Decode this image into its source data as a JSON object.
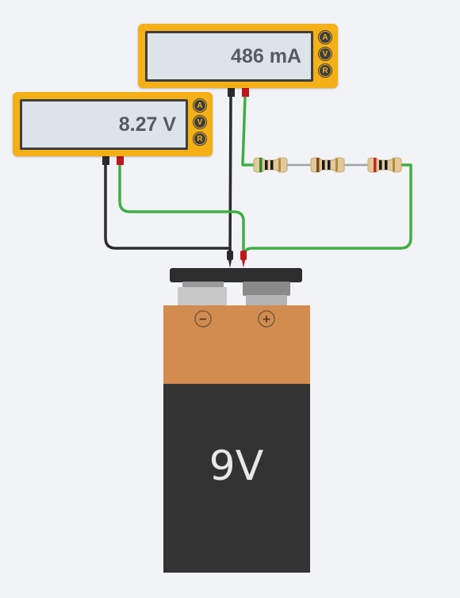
{
  "ammeter": {
    "reading": "486 mA",
    "modes": [
      "A",
      "V",
      "R"
    ]
  },
  "voltmeter": {
    "reading": "8.27 V",
    "modes": [
      "A",
      "V",
      "R"
    ]
  },
  "battery": {
    "label": "9V",
    "negative_symbol": "−",
    "positive_symbol": "+"
  },
  "colors": {
    "meter_body": "#f5b017",
    "lcd": "#dce4e9",
    "wire_green": "#3cb043",
    "wire_black": "#2b2b2b",
    "probe_red": "#c0161c",
    "battery_top": "#d38c50",
    "battery_bottom": "#333333"
  },
  "resistors": [
    {
      "bands": [
        "#2e8b2e",
        "#1a1a1a",
        "#1a1a1a"
      ]
    },
    {
      "bands": [
        "#7a4a1e",
        "#1a1a1a",
        "#1a1a1a"
      ]
    },
    {
      "bands": [
        "#d1201e",
        "#1a1a1a",
        "#1a1a1a"
      ]
    }
  ]
}
